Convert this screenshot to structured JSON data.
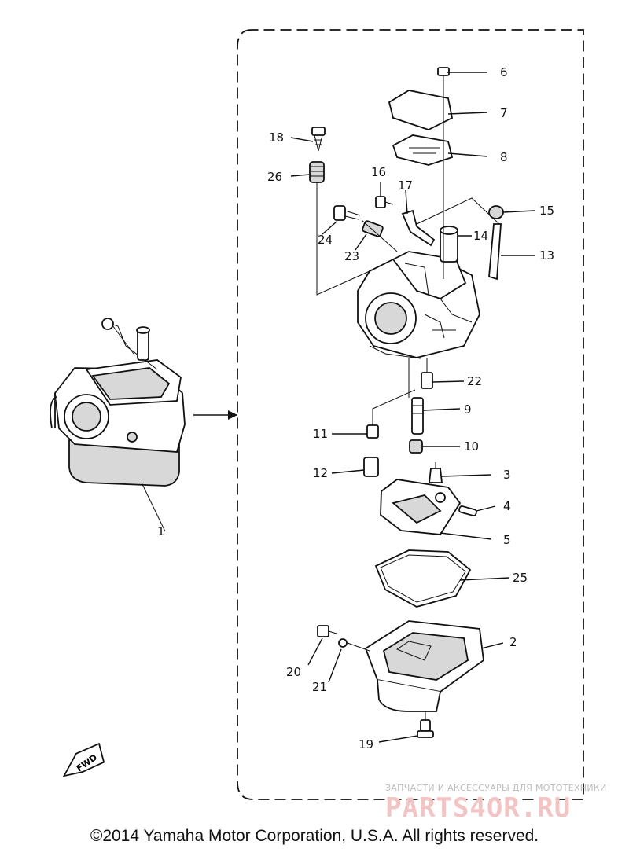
{
  "callouts": {
    "c1": "1",
    "c2": "2",
    "c3": "3",
    "c4": "4",
    "c5": "5",
    "c6": "6",
    "c7": "7",
    "c8": "8",
    "c9": "9",
    "c10": "10",
    "c11": "11",
    "c12": "12",
    "c13": "13",
    "c14": "14",
    "c15": "15",
    "c16": "16",
    "c17": "17",
    "c18": "18",
    "c19": "19",
    "c20": "20",
    "c21": "21",
    "c22": "22",
    "c23": "23",
    "c24": "24",
    "c25": "25",
    "c26": "26"
  },
  "fwd_label": "FWD",
  "watermark": {
    "line1": "ЗАПЧАСТИ И АКСЕССУАРЫ ДЛЯ МОТОТЕХНИКИ",
    "line2": "PARTS4OR.RU"
  },
  "copyright": "©2014 Yamaha Motor Corporation, U.S.A. All rights reserved."
}
